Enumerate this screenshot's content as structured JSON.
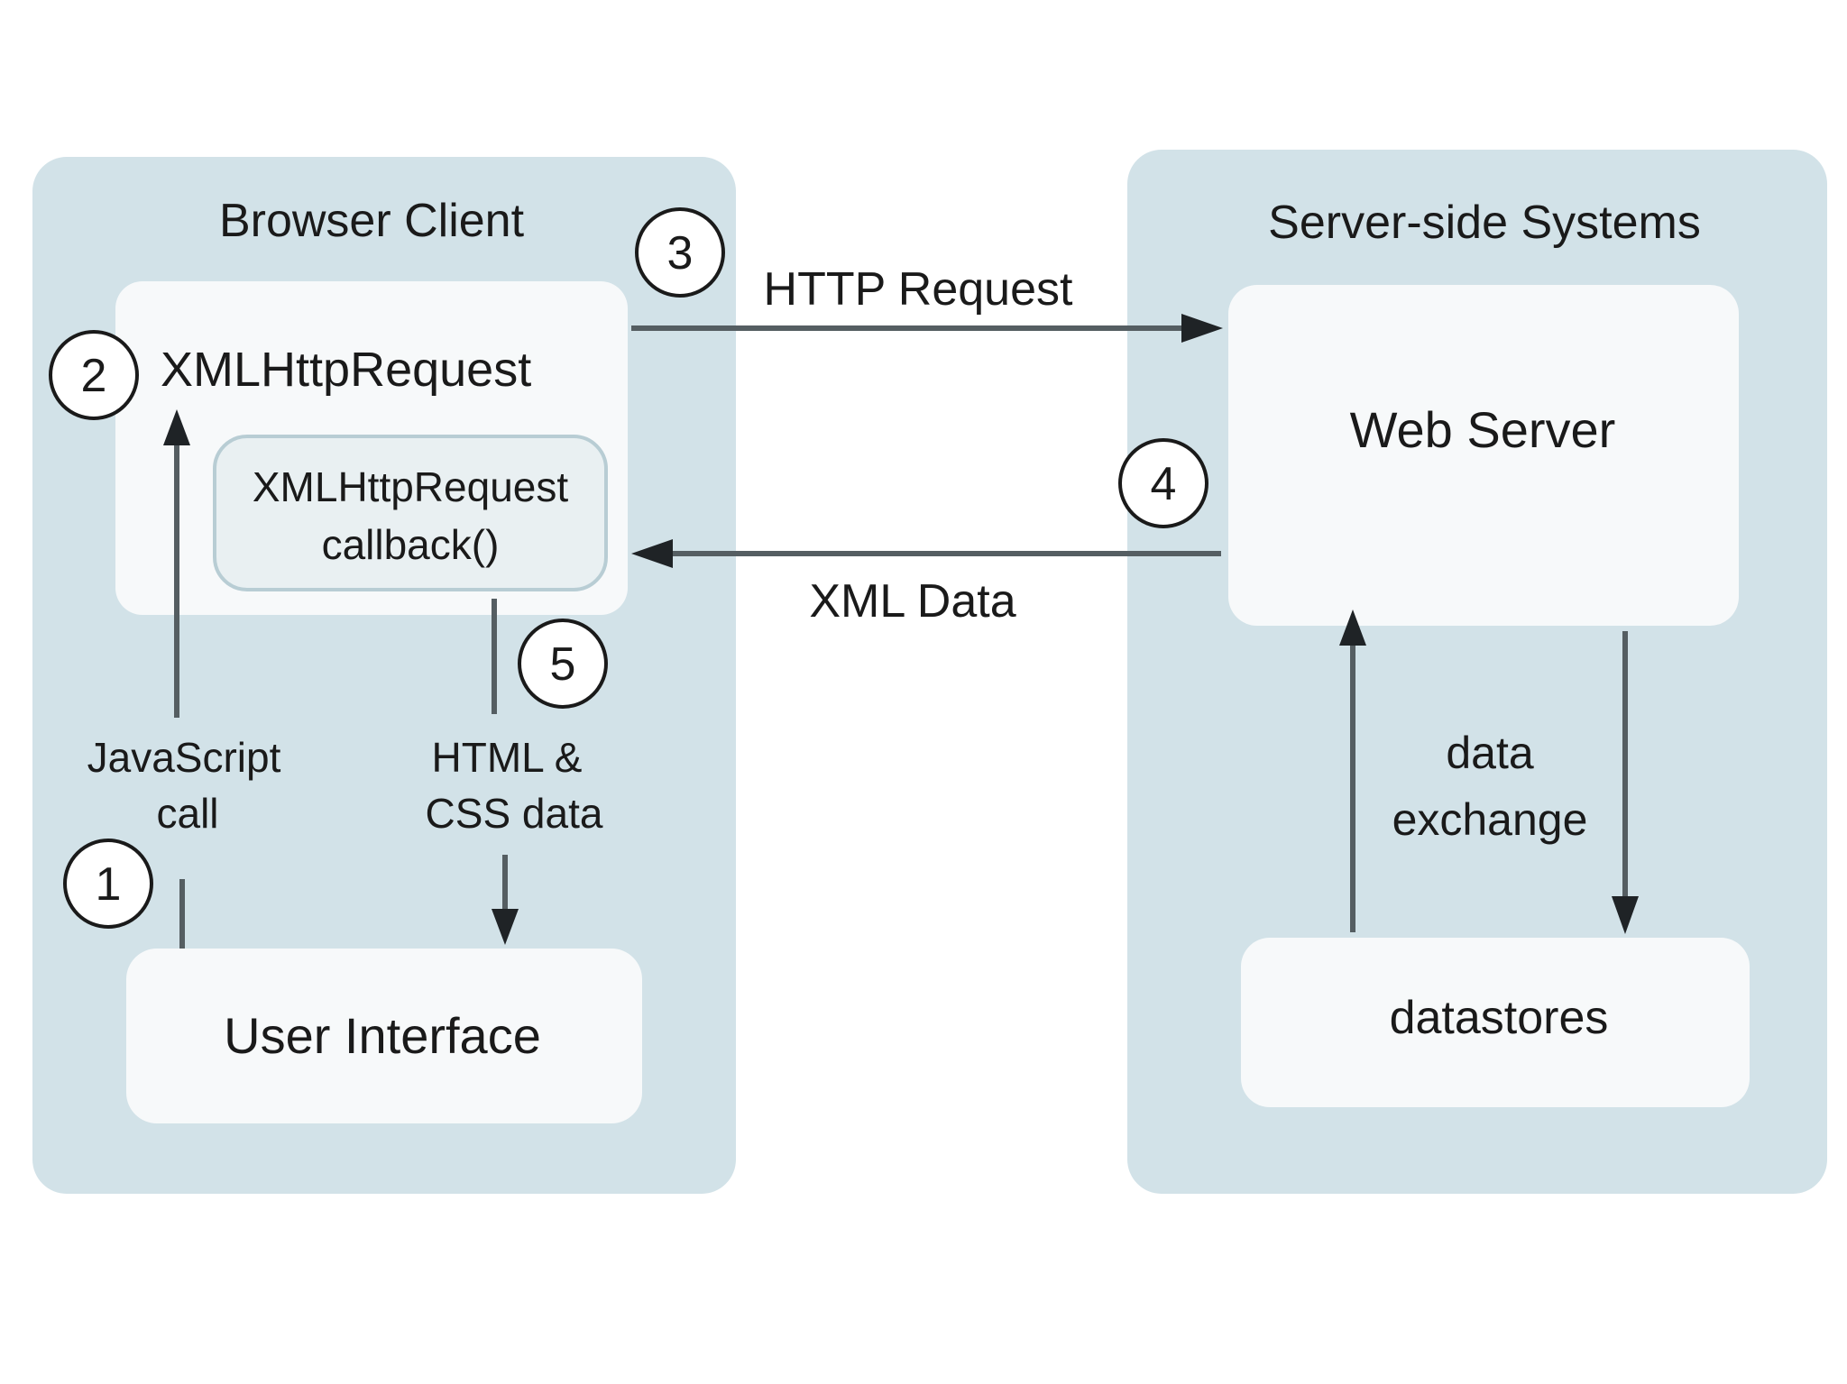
{
  "panels": {
    "client_title": "Browser Client",
    "server_title": "Server-side Systems"
  },
  "boxes": {
    "xhr": "XMLHttpRequest",
    "callback_line1": "XMLHttpRequest",
    "callback_line2": "callback()",
    "user_interface": "User Interface",
    "web_server": "Web Server",
    "datastores": "datastores"
  },
  "arrows": {
    "http_request": "HTTP Request",
    "xml_data": "XML Data",
    "js_call_line1": "JavaScript",
    "js_call_line2": "call",
    "html_css_line1": "HTML &",
    "html_css_line2": "CSS data",
    "data_exchange_line1": "data",
    "data_exchange_line2": "exchange"
  },
  "steps": [
    "1",
    "2",
    "3",
    "4",
    "5"
  ],
  "colors": {
    "panel": "#d2e2e8",
    "box": "#f7f9fa",
    "arrow": "#555e62"
  }
}
